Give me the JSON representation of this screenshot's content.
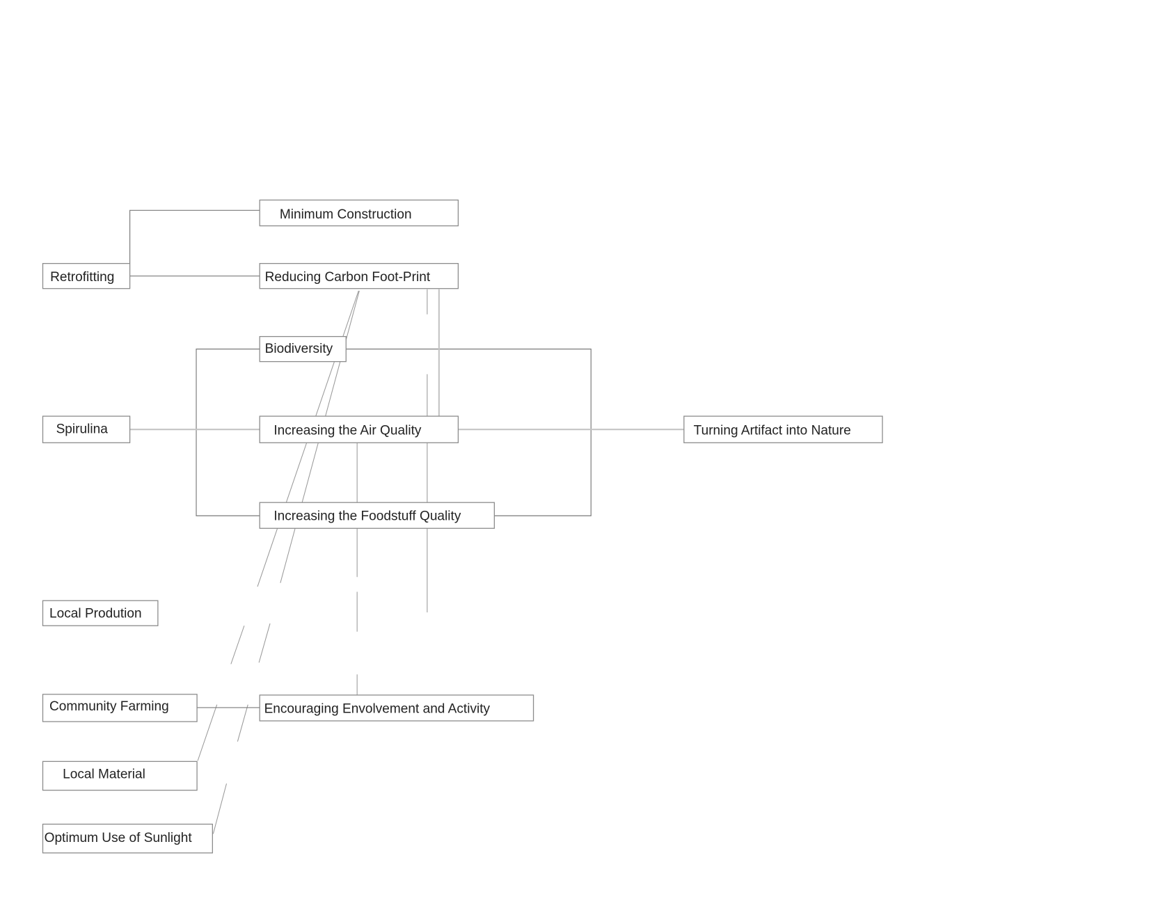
{
  "nodes": {
    "minimum_construction": "Minimum Construction",
    "retrofitting": "Retrofitting",
    "reducing_carbon": "Reducing Carbon Foot-Print",
    "biodiversity": "Biodiversity",
    "spirulina": "Spirulina",
    "air_quality": "Increasing the Air Quality",
    "turning_artifact": "Turning Artifact into Nature",
    "foodstuff_quality": "Increasing the Foodstuff Quality",
    "local_prodution": "Local Prodution",
    "community_farming": "Community Farming",
    "encouraging": "Encouraging Envolvement and Activity",
    "local_material": "Local Material",
    "optimum_sunlight": "Optimum Use of Sunlight"
  }
}
